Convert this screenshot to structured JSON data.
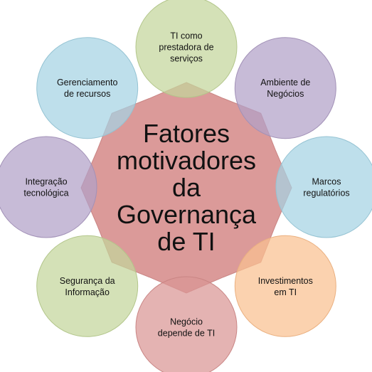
{
  "center": {
    "lines": [
      "Fatores",
      "motivadores",
      "da",
      "Governança",
      "de TI"
    ],
    "fill": "#D99594",
    "stroke": "#C98584"
  },
  "nodes": [
    {
      "lines": [
        "TI como",
        "prestadora de",
        "serviços"
      ],
      "fill": "#C3D69B",
      "stroke": "#B3C68B"
    },
    {
      "lines": [
        "Ambiente de",
        "Negócios"
      ],
      "fill": "#B2A1C7",
      "stroke": "#A291B7"
    },
    {
      "lines": [
        "Marcos",
        "regulatórios"
      ],
      "fill": "#A5D3E3",
      "stroke": "#95C3D3"
    },
    {
      "lines": [
        "Investimentos",
        "em TI"
      ],
      "fill": "#FAC090",
      "stroke": "#EAB080"
    },
    {
      "lines": [
        "Negócio",
        "depende de TI"
      ],
      "fill": "#D99594",
      "stroke": "#C98584"
    },
    {
      "lines": [
        "Segurança da",
        "Informação"
      ],
      "fill": "#C3D69B",
      "stroke": "#B3C68B"
    },
    {
      "lines": [
        "Integração",
        "tecnológica"
      ],
      "fill": "#B2A1C7",
      "stroke": "#A291B7"
    },
    {
      "lines": [
        "Gerenciamento",
        "de recursos"
      ],
      "fill": "#A5D3E3",
      "stroke": "#95C3D3"
    }
  ]
}
